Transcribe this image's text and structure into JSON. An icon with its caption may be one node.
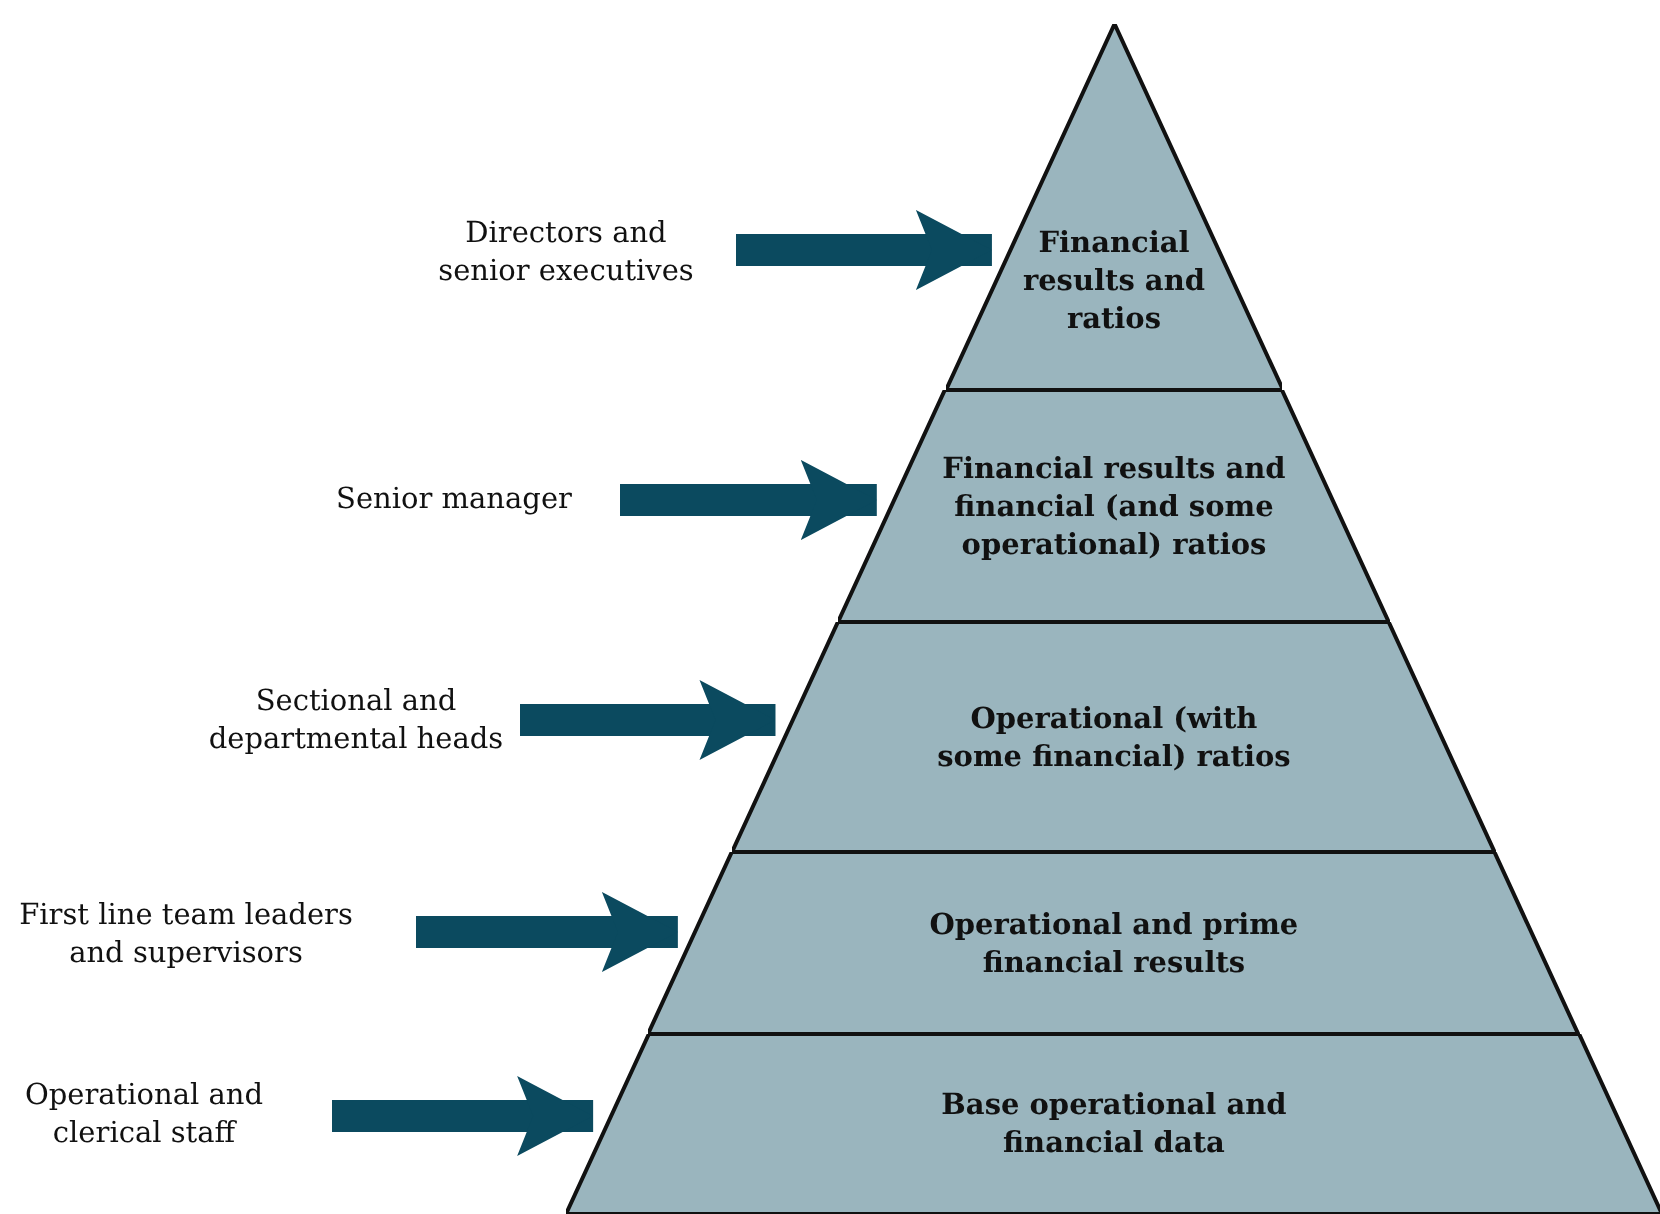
{
  "diagram": {
    "nodes": [
      {
        "text": [
          "Directors and senior executives"
        ]
      },
      {
        "text": [
          "Financial results and ratios"
        ]
      },
      {
        "text": [
          "Senior manager"
        ]
      },
      {
        "text": [
          "Financial results and financial (and some operational) ratios"
        ]
      },
      {
        "text": [
          "Sectional and departmental heads"
        ]
      },
      {
        "text": [
          "Operational (with some financial) ratios"
        ]
      },
      {
        "text": [
          "First line team leaders and supervisors"
        ]
      },
      {
        "text": [
          "Operational and prime financial results"
        ]
      },
      {
        "text": [
          "Operational and clerical staff"
        ]
      },
      {
        "text": [
          "Base operational and financial data"
        ]
      }
    ],
    "edges": [
      {
        "from": 0,
        "to": 1,
        "arrow": "to"
      },
      {
        "from": 2,
        "to": 3,
        "arrow": "to"
      },
      {
        "from": 4,
        "to": 5,
        "arrow": "to"
      },
      {
        "from": 6,
        "to": 7,
        "arrow": "to"
      },
      {
        "from": 8,
        "to": 9,
        "arrow": "to"
      }
    ]
  }
}
